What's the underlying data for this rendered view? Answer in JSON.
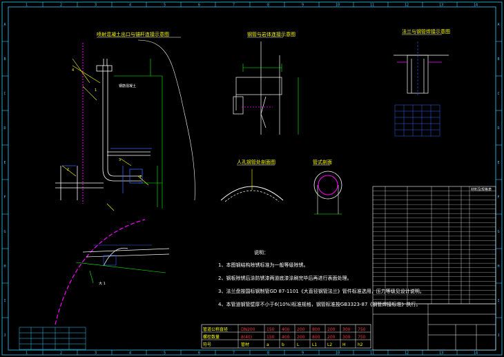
{
  "frame": {
    "top_numbers": [
      "1",
      "2",
      "3",
      "4",
      "5",
      "6",
      "7",
      "8",
      "9",
      "10",
      "11",
      "12",
      "13",
      "14"
    ],
    "side_letters": [
      "A",
      "B",
      "C",
      "D",
      "E",
      "F",
      "G",
      "H",
      "I",
      "J"
    ]
  },
  "views": {
    "main": {
      "title": "喷射混凝土出口与锚杆连接示意图",
      "label_1": "钢筋混凝土"
    },
    "side_view": {
      "title": "钢管与岩体连接示意图"
    },
    "detail_top_right": {
      "title": "法兰与钢管焊接示意图"
    },
    "arch": {
      "title": "人孔钢管处剖面图"
    },
    "section": {
      "title": "管式剖面"
    },
    "bottom_view": {
      "label": "大 1"
    }
  },
  "notes": {
    "heading": "说明：",
    "items": [
      "1、本图钢结构除锈标准为一般等级除锈。",
      "2、钢板除锈后涂防锈漆两道底漆涂刷完毕后再进行表面处理。",
      "3、法兰盘按国标钢制管GD 87-1101《大直径钢管法兰》管件标准选用，压力等级见设计说明。",
      "4、本管道钢管壁厚不小于6(10%)标准规格，钢管标准按GB3323-87《钢管焊接标准》执行。"
    ]
  },
  "dim_table": {
    "rows": [
      [
        "管道公称直径",
        "DN200",
        "150",
        "400",
        "200",
        "800",
        "200",
        "300",
        "750"
      ],
      [
        "螺栓数量",
        "8(40)",
        "150",
        "400",
        "200",
        "800",
        "200",
        "300",
        "750"
      ],
      [
        "符号",
        "管材",
        "a",
        "b",
        "L",
        "L1",
        "L2",
        "H",
        "h2"
      ]
    ]
  },
  "bom": {
    "header": "材料及规格表",
    "row_count": 26
  }
}
